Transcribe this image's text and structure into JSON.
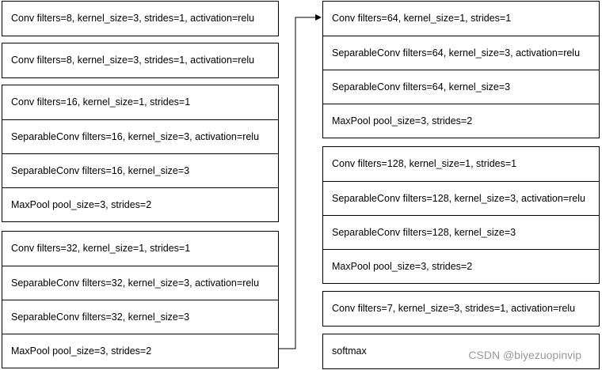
{
  "left_column": [
    {
      "name": "block-1",
      "rows": [
        "Conv  filters=8, kernel_size=3, strides=1, activation=relu"
      ]
    },
    {
      "name": "block-2",
      "rows": [
        "Conv  filters=8, kernel_size=3, strides=1, activation=relu"
      ]
    },
    {
      "name": "block-3",
      "rows": [
        "Conv  filters=16, kernel_size=1, strides=1",
        "SeparableConv  filters=16, kernel_size=3, activation=relu",
        "SeparableConv  filters=16, kernel_size=3",
        "MaxPool  pool_size=3, strides=2"
      ]
    },
    {
      "name": "block-4",
      "rows": [
        "Conv  filters=32, kernel_size=1, strides=1",
        "SeparableConv  filters=32, kernel_size=3, activation=relu",
        "SeparableConv  filters=32, kernel_size=3",
        "MaxPool  pool_size=3, strides=2"
      ]
    }
  ],
  "right_column": [
    {
      "name": "block-5",
      "rows": [
        "Conv  filters=64, kernel_size=1, strides=1",
        "SeparableConv  filters=64, kernel_size=3, activation=relu",
        "SeparableConv  filters=64, kernel_size=3",
        "MaxPool  pool_size=3, strides=2"
      ]
    },
    {
      "name": "block-6",
      "rows": [
        "Conv  filters=128, kernel_size=1, strides=1",
        "SeparableConv  filters=128, kernel_size=3, activation=relu",
        "SeparableConv  filters=128, kernel_size=3",
        "MaxPool  pool_size=3, strides=2"
      ]
    },
    {
      "name": "block-7",
      "rows": [
        "Conv  filters=7, kernel_size=3, strides=1, activation=relu"
      ]
    },
    {
      "name": "block-8",
      "rows": [
        "softmax"
      ]
    }
  ],
  "watermark": "CSDN @biyezuopinvip",
  "colors": {
    "line": "#000000",
    "background": "#ffffff",
    "watermark": "#9a9a9a"
  }
}
